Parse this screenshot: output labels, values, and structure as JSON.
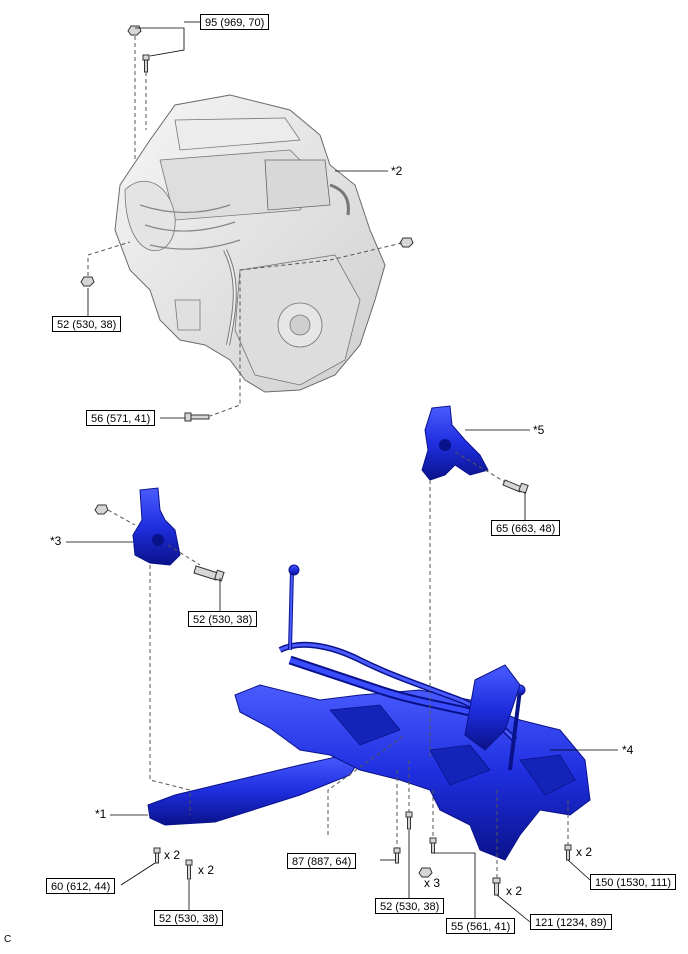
{
  "torque_specs": {
    "t95": "95 (969, 70)",
    "t52_engine": "52 (530, 38)",
    "t56": "56 (571, 41)",
    "t65": "65 (663, 48)",
    "t52_mount": "52 (530, 38)",
    "t87": "87 (887, 64)",
    "t60": "60 (612, 44)",
    "t52_front": "52 (530, 38)",
    "t52_center": "52 (530, 38)",
    "t55": "55 (561, 41)",
    "t121": "121 (1234, 89)",
    "t150": "150 (1530, 111)"
  },
  "callouts": {
    "c1": "*1",
    "c2": "*2",
    "c3": "*3",
    "c4": "*4",
    "c5": "*5"
  },
  "quantities": {
    "q60": "x 2",
    "q52": "x 2",
    "q55": "x 3",
    "q121": "x 2",
    "q150": "x 2"
  },
  "footer": {
    "code": "C"
  },
  "colors": {
    "part_blue": "#1f2fe0",
    "part_dark": "#0a128a",
    "engine_fill": "#e8e8e8",
    "engine_stroke": "#6a6a6a"
  }
}
